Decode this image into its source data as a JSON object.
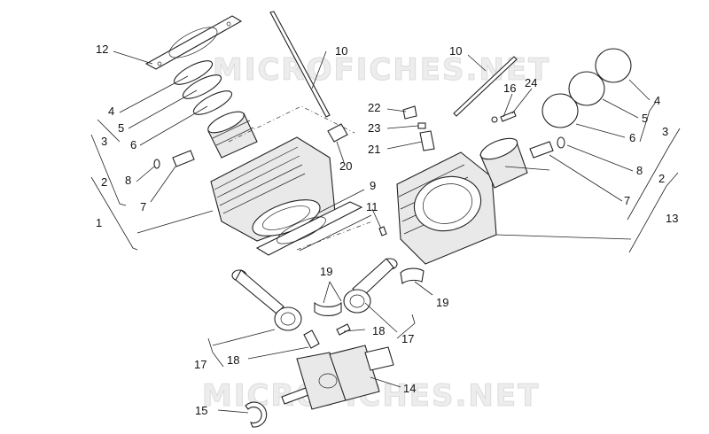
{
  "watermarks": [
    "MICROFICHES.NET",
    "MICROFICHES.NET"
  ],
  "callouts": [
    "1",
    "2",
    "3",
    "4",
    "5",
    "6",
    "7",
    "8",
    "9",
    "10",
    "10",
    "11",
    "12",
    "13",
    "14",
    "15",
    "16",
    "17",
    "17",
    "18",
    "18",
    "19",
    "19",
    "20",
    "21",
    "22",
    "23",
    "24",
    "2",
    "3",
    "4",
    "5",
    "6",
    "7",
    "8"
  ]
}
